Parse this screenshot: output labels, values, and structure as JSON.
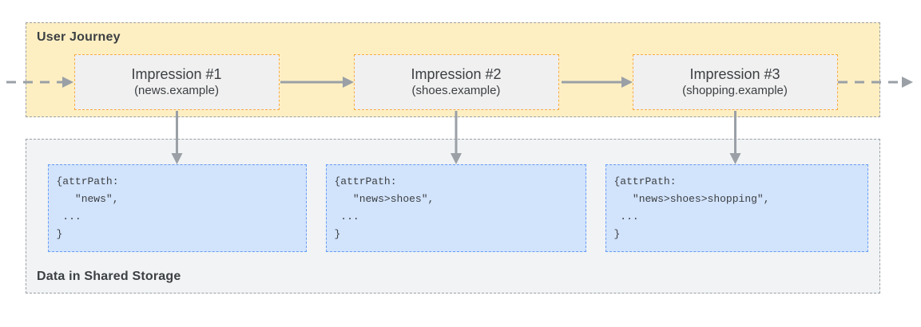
{
  "user_journey": {
    "label": "User Journey",
    "impressions": [
      {
        "title": "Impression #1",
        "subtitle": "(news.example)"
      },
      {
        "title": "Impression #2",
        "subtitle": "(shoes.example)"
      },
      {
        "title": "Impression #3",
        "subtitle": "(shopping.example)"
      }
    ]
  },
  "shared_storage": {
    "label": "Data in Shared Storage",
    "entries": [
      {
        "code": "{attrPath:\n   \"news\",\n ...\n}"
      },
      {
        "code": "{attrPath:\n   \"news>shoes\",\n ...\n}"
      },
      {
        "code": "{attrPath:\n   \"news>shoes>shopping\",\n ...\n}"
      }
    ]
  },
  "colors": {
    "journey_fill": "#FEEFC3",
    "journey_border": "#9AA0A6",
    "impression_fill": "#F0F0F0",
    "impression_border": "#F9AB40",
    "storage_fill": "#F1F3F4",
    "storage_border": "#9AA0A6",
    "entry_fill": "#D2E3FC",
    "entry_border": "#669DF6",
    "arrow": "#9AA0A6",
    "text": "#3C4043"
  }
}
